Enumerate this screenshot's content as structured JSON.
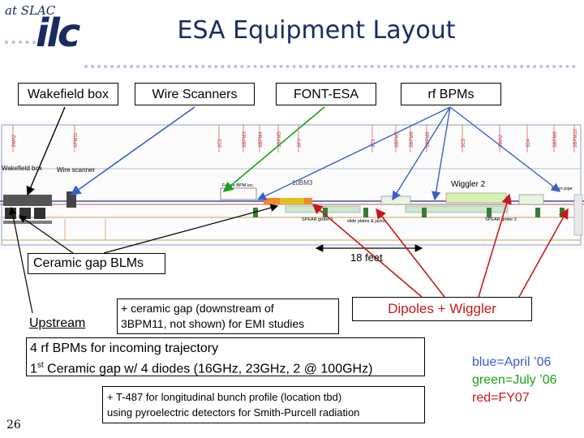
{
  "header": {
    "logo_at": "at SLAC",
    "logo_name": "ilc",
    "title": "ESA Equipment Layout",
    "page_number": "26"
  },
  "top_labels": {
    "wakefield_box": "Wakefield box",
    "wire_scanners": "Wire Scanners",
    "font_esa": "FONT-ESA",
    "rf_bpms": "rf BPMs"
  },
  "drawing_labels": {
    "wakefield_box": "Wakefield box",
    "wire_scanner": "Wire scanner",
    "future_bpm": "Future BPM loc.",
    "wiggler": "Wiggler 2",
    "spear_girder_1": "SPEAR girder 1",
    "spear_girder_2": "SPEAR girder 2",
    "slide_plates": "slide plates & jacks",
    "bpm_label": "10BM3",
    "beam_pipe": "beam pipe",
    "tags": [
      "3WA2",
      "3PM11",
      "2C2",
      "3BPM3",
      "3BPM4",
      "3BPM5",
      "3PY",
      "3C1",
      "3BPM7",
      "3BPM8",
      "3BPM9",
      "3C3",
      "3WA2",
      "3D4",
      "3BPM9",
      "3BPM10"
    ]
  },
  "annotations": {
    "feet": "18 feet",
    "ceramic_gap_blms": "Ceramic gap BLMs",
    "upstream": "Upstream",
    "ceramic_note_1": "+ ceramic gap (downstream of",
    "ceramic_note_2": "3BPM11, not shown) for EMI studies",
    "dipoles_wiggler": "Dipoles + Wiggler",
    "rf_bpms_line1": "4 rf BPMs for incoming trajectory",
    "ceramic_line_pre": "1",
    "ceramic_line_sup": "st",
    "ceramic_line_post": " Ceramic gap w/ 4 diodes (16GHz, 23GHz, 2 @ 100GHz)",
    "t487_line1": "+ T-487 for longitudinal bunch profile (location tbd)",
    "t487_line2": "using pyroelectric detectors for Smith-Purcell radiation"
  },
  "legend": {
    "blue": "blue=April ’06",
    "green": "green=July ’06",
    "red": "red=FY07"
  },
  "colors": {
    "navy": "#1c2a63",
    "blue": "#3a5fc8",
    "green": "#1aa31a",
    "red": "#c41a1a",
    "dots": "#b9c2e0"
  }
}
